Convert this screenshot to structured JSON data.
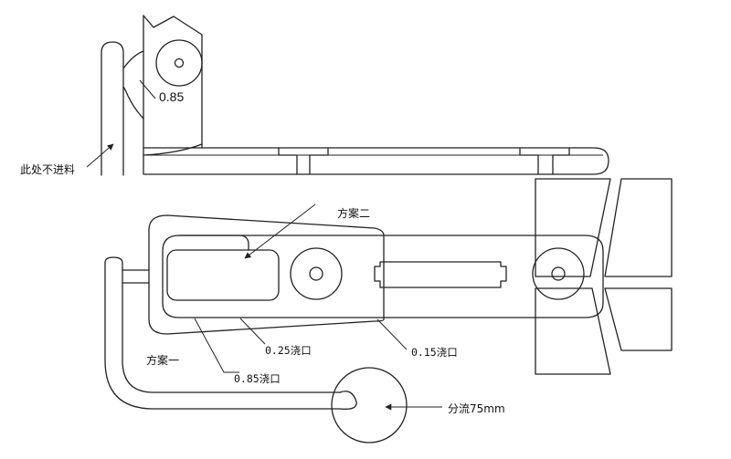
{
  "labels": {
    "top_dim": "0.85",
    "no_feed": "此处不进料",
    "plan_two": "方案二",
    "plan_one": "方案一",
    "gate_025": "0.25浇口",
    "gate_015": "0.15浇口",
    "gate_085": "0.85浇口",
    "split_runner": "分流75mm"
  },
  "colors": {
    "stroke": "#222222",
    "background": "#ffffff"
  }
}
